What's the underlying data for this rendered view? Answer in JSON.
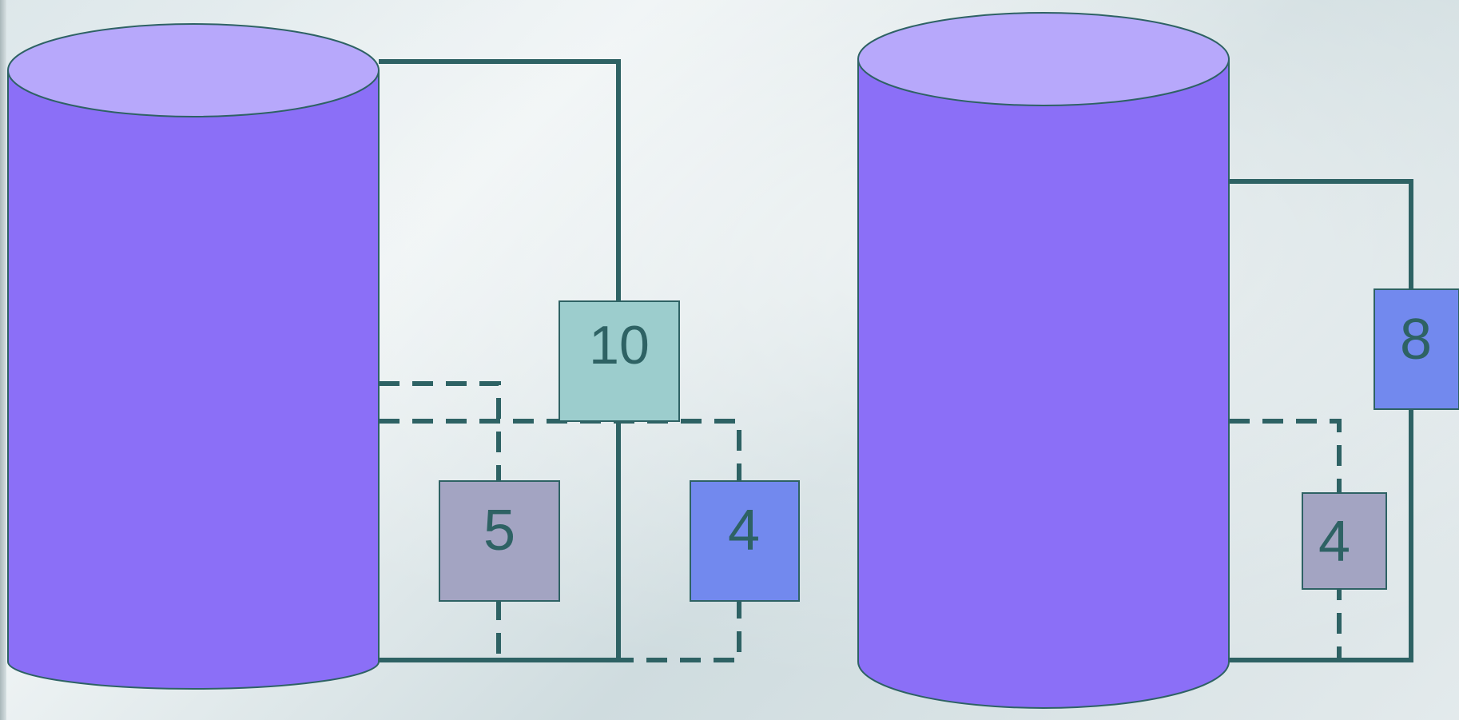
{
  "colors": {
    "cylinder_body": "#8b6ff7",
    "cylinder_top": "#b7a8fb",
    "line": "#2e6264",
    "box_teal": "#9ccdcd",
    "box_gray": "#a3a4c2",
    "box_blue": "#7289ee"
  },
  "left_group": {
    "box_10": "10",
    "box_5": "5",
    "box_4": "4"
  },
  "right_group": {
    "box_8": "8",
    "box_4": "4"
  }
}
